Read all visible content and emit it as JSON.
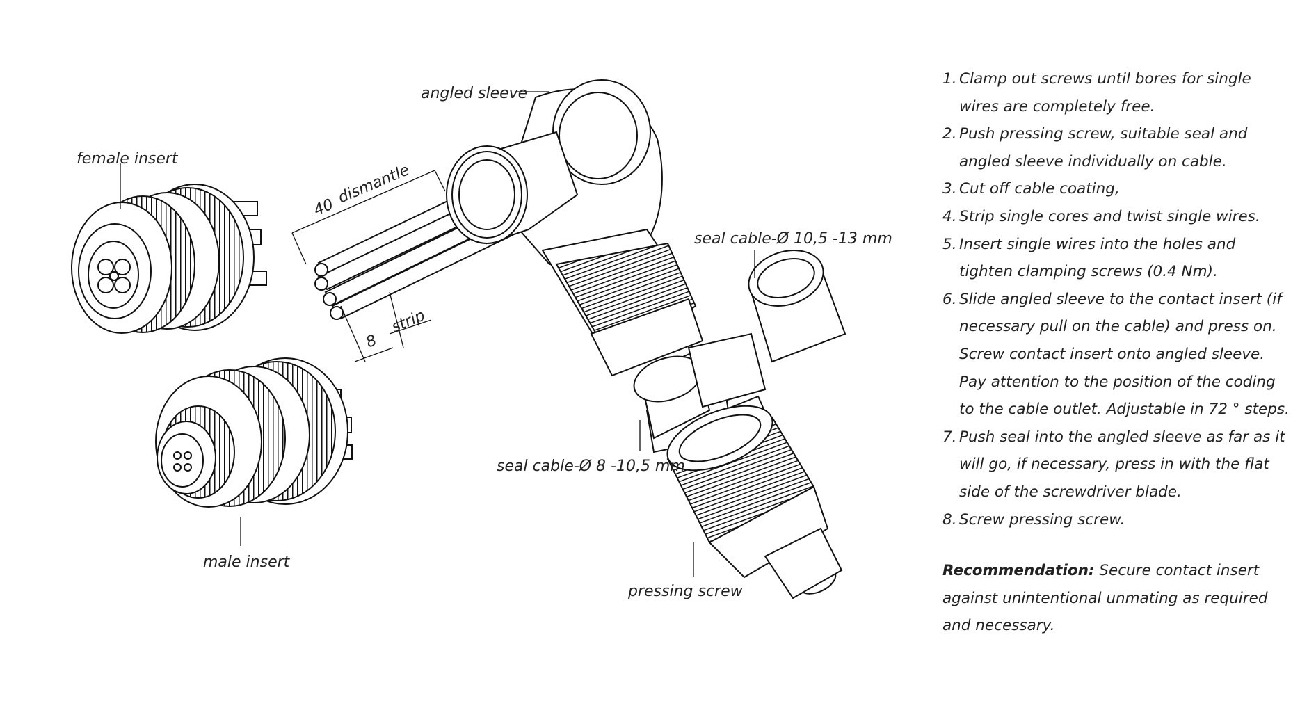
{
  "labels": {
    "female_insert": "female insert",
    "male_insert": "male insert",
    "angled_sleeve": "angled sleeve",
    "dismantle_value": "40",
    "dismantle_text": "dismantle",
    "strip_value": "8",
    "strip_text": "strip",
    "seal_large": "seal cable-Ø 10,5 -13 mm",
    "seal_small": "seal cable-Ø 8 -10,5 mm",
    "pressing_screw": "pressing screw"
  },
  "steps": [
    {
      "num": "1.",
      "text": "Clamp out screws until bores for single wires are completely free."
    },
    {
      "num": "2.",
      "text": "Push pressing screw, suitable seal and angled sleeve individually on cable."
    },
    {
      "num": "3.",
      "text": "Cut off cable coating,"
    },
    {
      "num": "4.",
      "text": "Strip single cores and twist single wires."
    },
    {
      "num": "5.",
      "text": "Insert single wires into the holes and tighten clamping screws (0.4 Nm)."
    },
    {
      "num": "6.",
      "text": "Slide angled sleeve to the contact insert (if necessary pull on the cable) and press on. Screw contact insert onto angled sleeve. Pay attention to the position of the coding to the cable outlet. Adjustable in 72 ° steps."
    },
    {
      "num": "7.",
      "text": "Push seal into the angled sleeve as far as it will go, if necessary, press in with the flat side of the screwdriver blade."
    },
    {
      "num": "8.",
      "text": "Screw pressing screw."
    }
  ],
  "recommendation": {
    "label": "Recommendation:",
    "text": "Secure contact insert against unintentional unmating as required and necessary."
  }
}
